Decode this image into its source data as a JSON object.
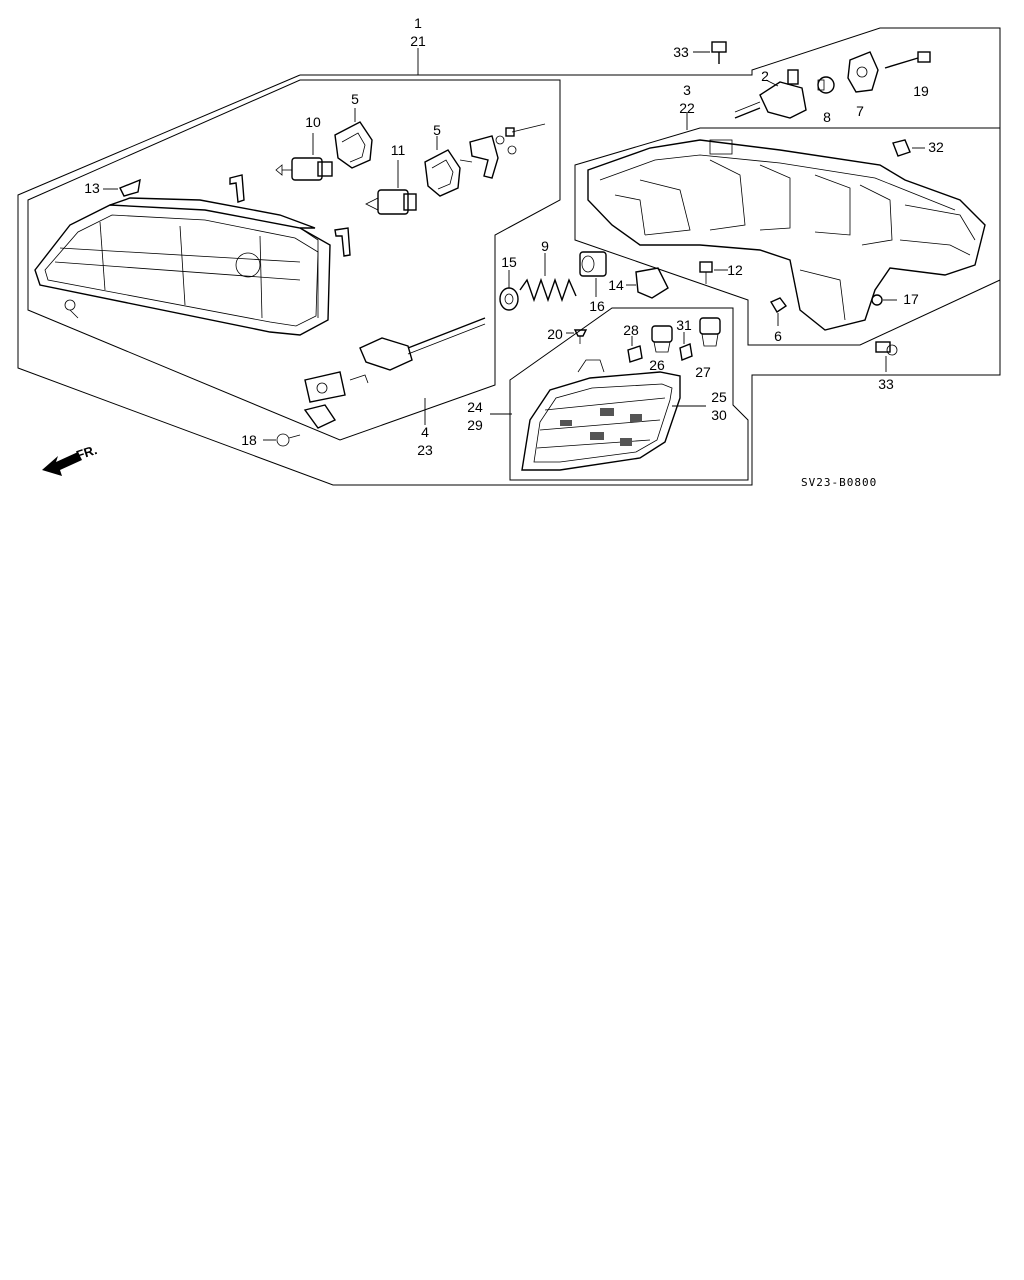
{
  "callouts": {
    "c1": "1",
    "c21": "21",
    "c3": "3",
    "c22": "22",
    "c2": "2",
    "c33a": "33",
    "c19": "19",
    "c8": "8",
    "c7": "7",
    "c32": "32",
    "c5a": "5",
    "c10": "10",
    "c11": "11",
    "c5b": "5",
    "c13": "13",
    "c9": "9",
    "c15": "15",
    "c12": "12",
    "c14": "14",
    "c16": "16",
    "c17": "17",
    "c6": "6",
    "c20": "20",
    "c28": "28",
    "c31": "31",
    "c26": "26",
    "c27": "27",
    "c33b": "33",
    "c24": "24",
    "c29": "29",
    "c25": "25",
    "c30": "30",
    "c4": "4",
    "c23": "23",
    "c18": "18"
  },
  "direction_label": "FR.",
  "diagram_code": "SV23-B0800",
  "icons": [
    "front-direction-arrow-icon"
  ]
}
